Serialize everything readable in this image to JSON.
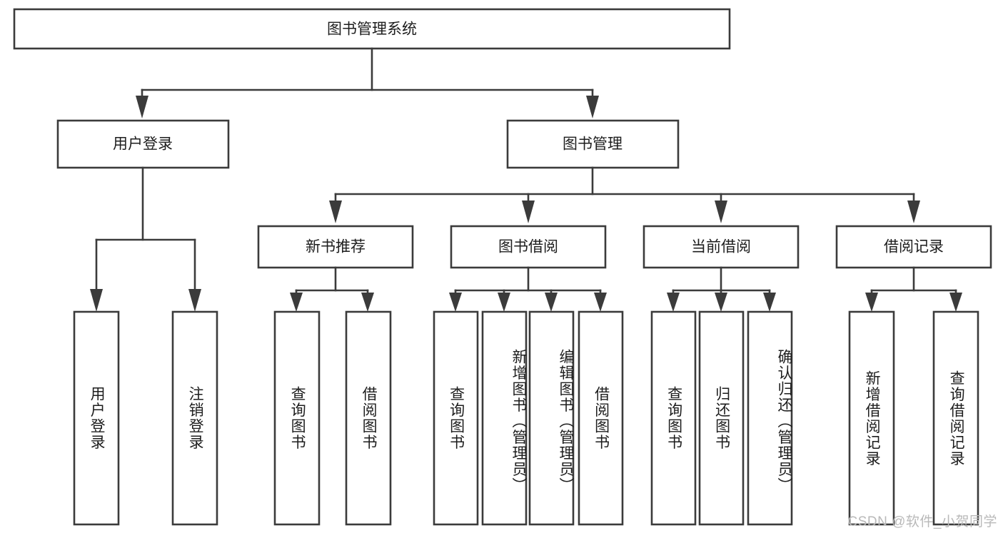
{
  "diagram": {
    "title": "图书管理系统",
    "type": "tree-hierarchy-diagram",
    "watermark": "CSDN @软件_小贺同学",
    "colors": {
      "stroke": "#3b3b3b",
      "fill": "#ffffff",
      "text": "#1d1d1d",
      "watermark": "#b9b9b9",
      "background": "#ffffff"
    },
    "root": {
      "label": "图书管理系统"
    },
    "level1": [
      {
        "label": "用户登录"
      },
      {
        "label": "图书管理"
      }
    ],
    "level2": [
      {
        "label": "新书推荐",
        "parent": "图书管理"
      },
      {
        "label": "图书借阅",
        "parent": "图书管理"
      },
      {
        "label": "当前借阅",
        "parent": "图书管理"
      },
      {
        "label": "借阅记录",
        "parent": "图书管理"
      }
    ],
    "leaves": {
      "user_login": [
        {
          "label": "用户登录"
        },
        {
          "label": "注销登录"
        }
      ],
      "new_book_recommend": [
        {
          "label": "查询图书"
        },
        {
          "label": "借阅图书"
        }
      ],
      "book_borrow": [
        {
          "label": "查询图书"
        },
        {
          "label": "新增图书（管理员）"
        },
        {
          "label": "编辑图书（管理员）"
        },
        {
          "label": "借阅图书"
        }
      ],
      "current_borrow": [
        {
          "label": "查询图书"
        },
        {
          "label": "归还图书"
        },
        {
          "label": "确认归还（管理员）"
        }
      ],
      "borrow_record": [
        {
          "label": "新增借阅记录"
        },
        {
          "label": "查询借阅记录"
        }
      ]
    }
  }
}
